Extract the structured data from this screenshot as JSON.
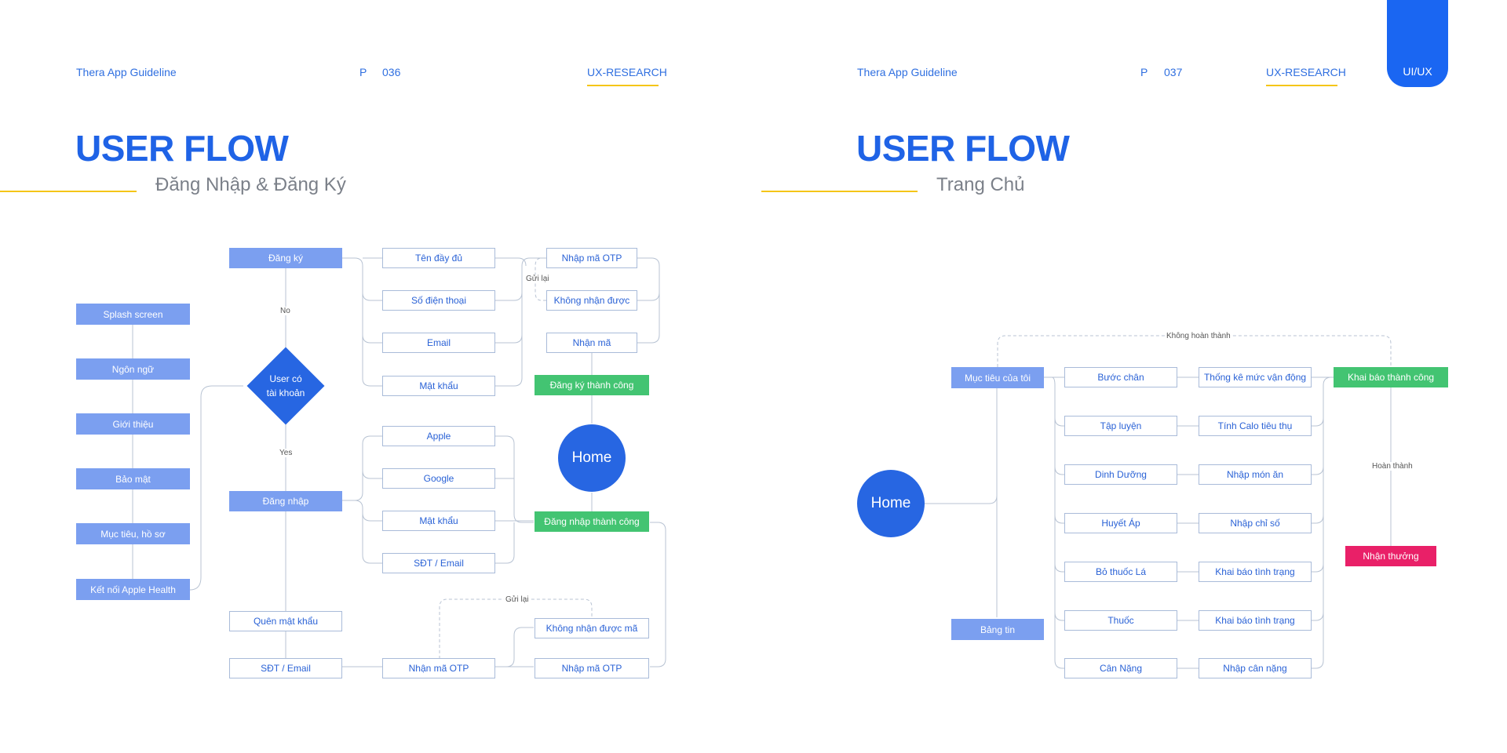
{
  "left": {
    "brand": "Thera App Guideline",
    "page_prefix": "P",
    "page_number": "036",
    "section": "UX-RESEARCH",
    "title": "USER FLOW",
    "subtitle": "Đăng Nhập & Đăng Ký",
    "nodes": {
      "splash": "Splash screen",
      "lang": "Ngôn ngữ",
      "intro": "Giới thiệu",
      "security": "Bảo mật",
      "goals": "Mục tiêu, hồ sơ",
      "apple_health": "Kết nối Apple Health",
      "decision_line1": "User có",
      "decision_line2": "tài khoản",
      "no": "No",
      "yes": "Yes",
      "register": "Đăng ký",
      "login": "Đăng nhập",
      "forgot": "Quên mật khẩu",
      "sdt_email_1": "SĐT / Email",
      "fullname": "Tên đầy đủ",
      "phone": "Số điện thoại",
      "email": "Email",
      "password_1": "Mật khẩu",
      "apple": "Apple",
      "google": "Google",
      "password_2": "Mật khẩu",
      "sdt_email_2": "SĐT / Email",
      "otp_1": "Nhập mã OTP",
      "not_received_1": "Không nhận được",
      "received_code": "Nhận mã",
      "resend_1": "Gửi lại",
      "register_success": "Đăng ký thành công",
      "home": "Home",
      "login_success": "Đăng nhập thành công",
      "resend_2": "Gửi lại",
      "not_received_code": "Không nhận được mã",
      "receive_otp": "Nhận mã OTP",
      "otp_2": "Nhập mã OTP"
    }
  },
  "right": {
    "brand": "Thera App Guideline",
    "page_prefix": "P",
    "page_number": "037",
    "section": "UX-RESEARCH",
    "tab": "UI/UX",
    "title": "USER FLOW",
    "subtitle": "Trang Chủ",
    "nodes": {
      "home": "Home",
      "my_goals": "Mục tiêu của tôi",
      "news": "Bảng tin",
      "incomplete": "Không hoàn thành",
      "steps": "Bước chân",
      "workout": "Tập luyện",
      "nutrition": "Dinh Dưỡng",
      "blood_pressure": "Huyết Áp",
      "quit_smoking": "Bỏ thuốc Lá",
      "medicine": "Thuốc",
      "weight": "Cân Nặng",
      "activity_stats": "Thống kê mức vận động",
      "calories": "Tính Calo tiêu thụ",
      "enter_food": "Nhập món ăn",
      "enter_index": "Nhập chỉ số",
      "declare_status_1": "Khai báo tình trạng",
      "declare_status_2": "Khai báo tình trạng",
      "enter_weight": "Nhập cân nặng",
      "declare_success": "Khai báo thành công",
      "complete": "Hoàn thành",
      "reward": "Nhận thưởng"
    }
  },
  "colors": {
    "accent_blue": "#1f63e6",
    "node_blue": "#7b9ff0",
    "success_green": "#43c472",
    "reward_pink": "#e92068",
    "underline_yellow": "#f5c518"
  }
}
